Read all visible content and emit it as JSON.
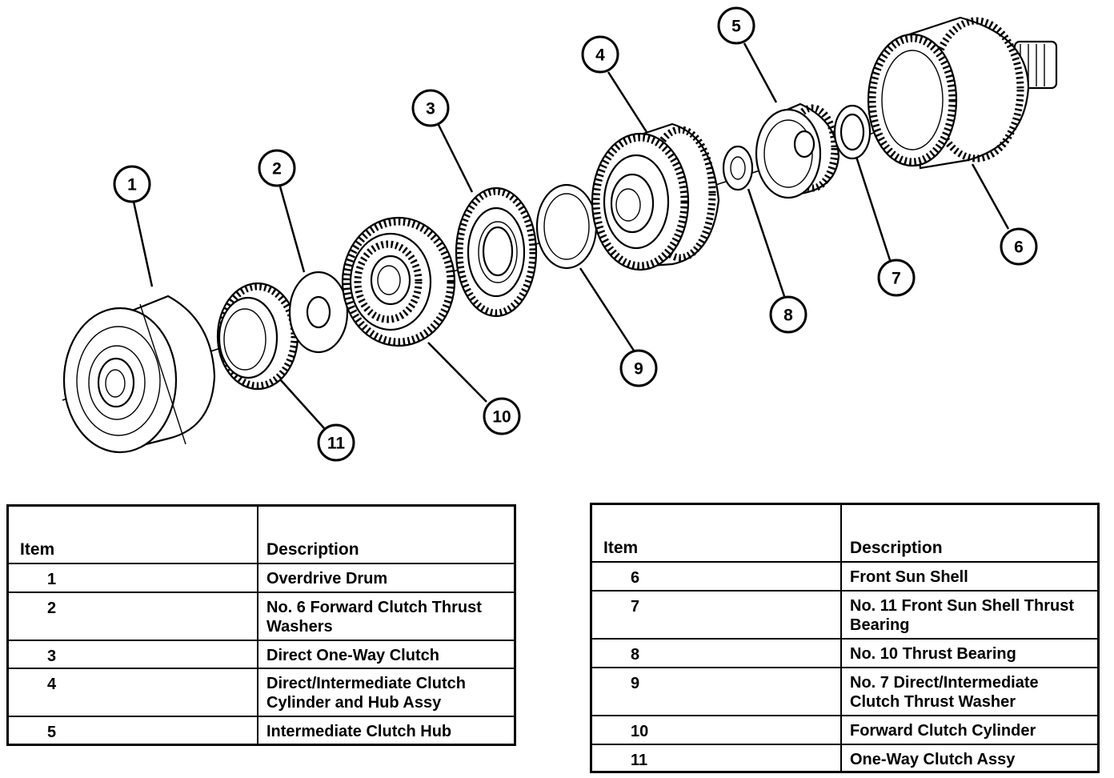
{
  "callouts": [
    "1",
    "2",
    "3",
    "4",
    "5",
    "6",
    "7",
    "8",
    "9",
    "10",
    "11"
  ],
  "legend_left": {
    "header_item": "Item",
    "header_desc": "Description",
    "rows": [
      {
        "item": "1",
        "desc": "Overdrive Drum"
      },
      {
        "item": "2",
        "desc": "No. 6 Forward Clutch Thrust Washers"
      },
      {
        "item": "3",
        "desc": "Direct One-Way Clutch"
      },
      {
        "item": "4",
        "desc": "Direct/Intermediate Clutch Cylinder and Hub Assy"
      },
      {
        "item": "5",
        "desc": "Intermediate Clutch Hub"
      }
    ]
  },
  "legend_right": {
    "header_item": "Item",
    "header_desc": "Description",
    "rows": [
      {
        "item": "6",
        "desc": "Front Sun Shell"
      },
      {
        "item": "7",
        "desc": "No. 11 Front Sun Shell Thrust Bearing"
      },
      {
        "item": "8",
        "desc": "No. 10 Thrust Bearing"
      },
      {
        "item": "9",
        "desc": "No. 7 Direct/Intermediate Clutch Thrust Washer"
      },
      {
        "item": "10",
        "desc": "Forward Clutch Cylinder"
      },
      {
        "item": "11",
        "desc": "One-Way Clutch Assy"
      }
    ]
  }
}
